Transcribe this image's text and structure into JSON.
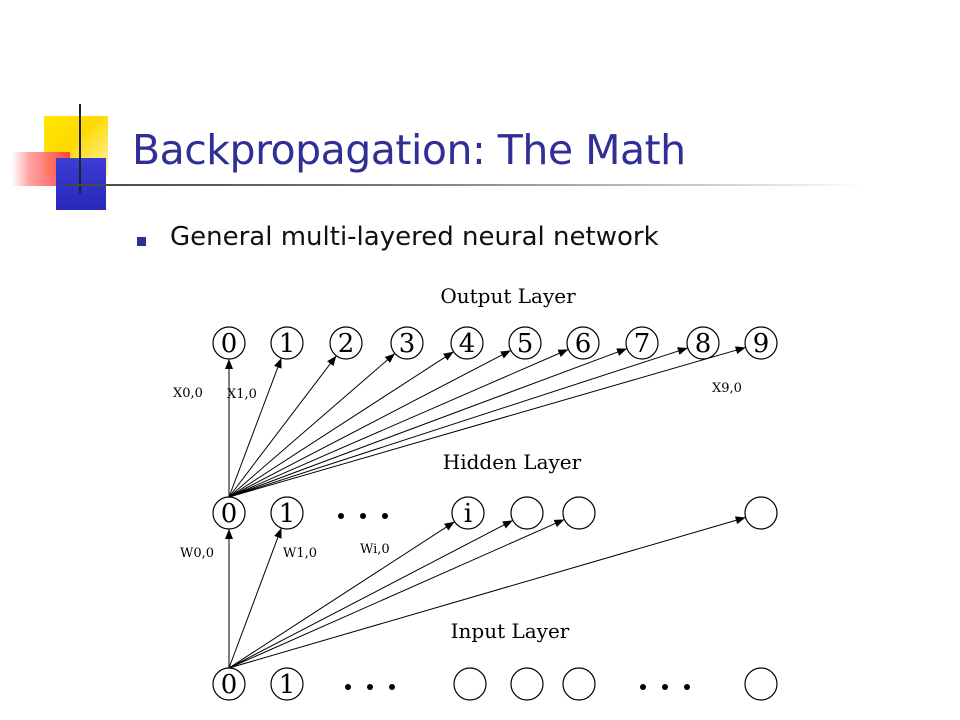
{
  "slide": {
    "title": "Backpropagation: The Math",
    "bullet": "General multi-layered neural network"
  },
  "layers": {
    "output": {
      "label": "Output Layer",
      "nodes": [
        "0",
        "1",
        "2",
        "3",
        "4",
        "5",
        "6",
        "7",
        "8",
        "9"
      ]
    },
    "hidden": {
      "label": "Hidden Layer",
      "nodes": [
        "0",
        "1",
        "…",
        "i",
        "",
        "",
        ""
      ]
    },
    "input": {
      "label": "Input Layer",
      "nodes": [
        "0",
        "1",
        "…",
        "",
        "",
        "",
        "…",
        ""
      ]
    }
  },
  "weights": {
    "hidden_to_output": [
      "X0,0",
      "X1,0",
      "X9,0"
    ],
    "input_to_hidden": [
      "W0,0",
      "W1,0",
      "Wi,0"
    ]
  },
  "colors": {
    "title": "#2f2f96",
    "bullet": "#2f2f96",
    "diagram": "#000000"
  }
}
